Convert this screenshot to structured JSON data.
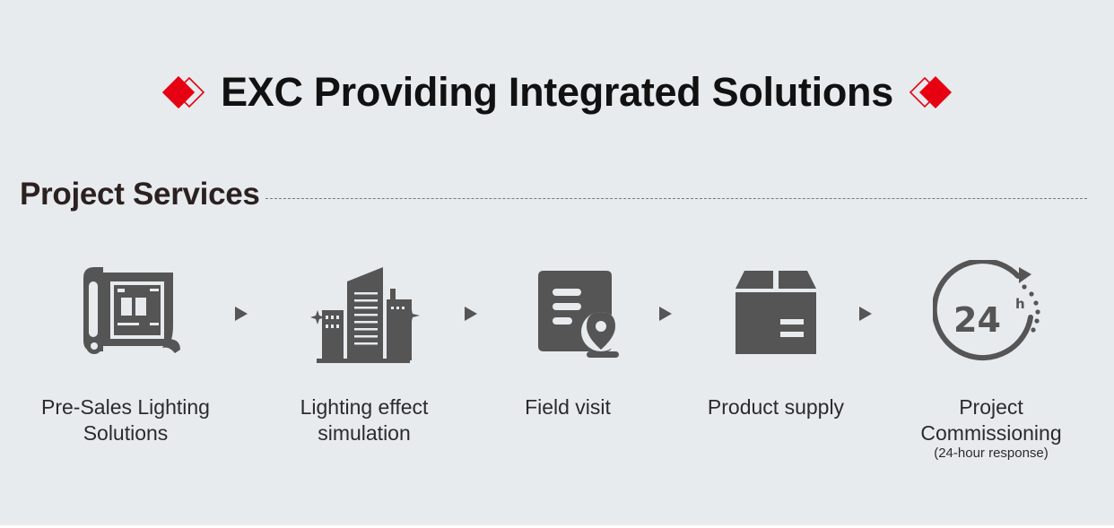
{
  "header": {
    "title": "EXC Providing Integrated Solutions"
  },
  "section": {
    "title": "Project Services"
  },
  "services": [
    {
      "label_line1": "Pre-Sales Lighting",
      "label_line2": "Solutions",
      "icon": "blueprint-icon"
    },
    {
      "label_line1": "Lighting effect",
      "label_line2": "simulation",
      "icon": "buildings-icon"
    },
    {
      "label_line1": "Field visit",
      "label_line2": "",
      "icon": "location-document-icon"
    },
    {
      "label_line1": "Product supply",
      "label_line2": "",
      "icon": "box-icon"
    },
    {
      "label_line1": "Project",
      "label_line2": "Commissioning",
      "sublabel": "(24-hour response)",
      "icon": "24-hour-icon",
      "icon_text": "24",
      "icon_sup": "h"
    }
  ],
  "colors": {
    "background": "#e8ebee",
    "accent": "#e60012",
    "icon": "#555555",
    "text": "#2b2b2b"
  }
}
